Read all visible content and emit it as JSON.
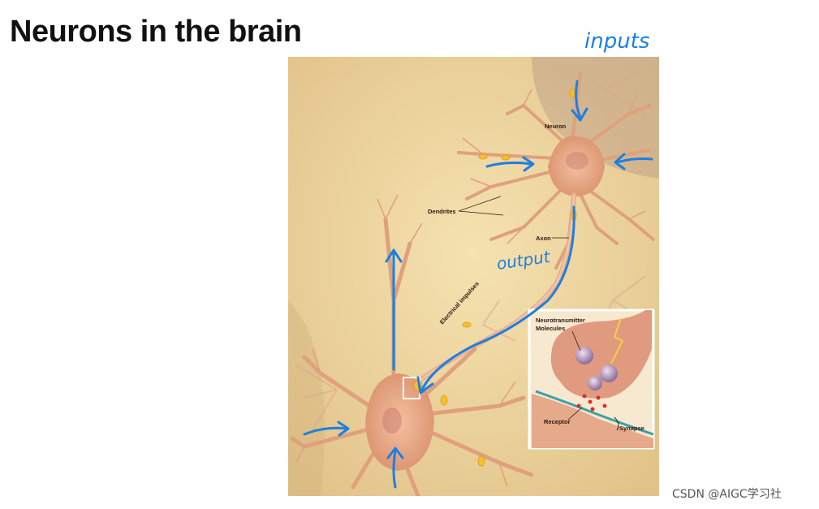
{
  "title": "Neurons in the brain",
  "labels": {
    "neuron": "Neuron",
    "dendrites": "Dendrites",
    "axon": "Axon",
    "electrical_impulses": "Electrical impulses",
    "neurotransmitter": "Neurotransmitter",
    "molecules": "Molecules",
    "receptor": "Receptor",
    "synapse": "Synapse"
  },
  "annotations": {
    "inputs": "inputs",
    "output": "output"
  },
  "watermark": "CSDN @AIGC学习社",
  "colors": {
    "background": "#f0d9a3",
    "neuron_body": "#e8a682",
    "annotation_blue": "#1e7fe0",
    "impulse_yellow": "#f5c030"
  }
}
